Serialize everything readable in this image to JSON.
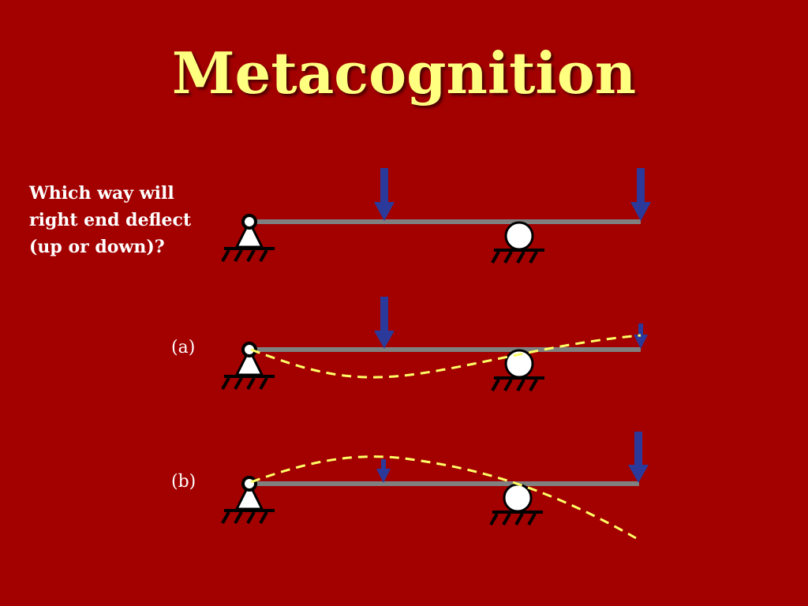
{
  "title": "Metacognition",
  "question": "Which way will\nright end deflect\n(up or down)?",
  "options": [
    {
      "label": "(a)"
    },
    {
      "label": "(b)"
    }
  ],
  "colors": {
    "background": "#a30000",
    "title": "#ffff80",
    "beam": "#808080",
    "arrow": "#2b3a9a",
    "deflection": "#ffff66",
    "support": "#ffffff"
  }
}
